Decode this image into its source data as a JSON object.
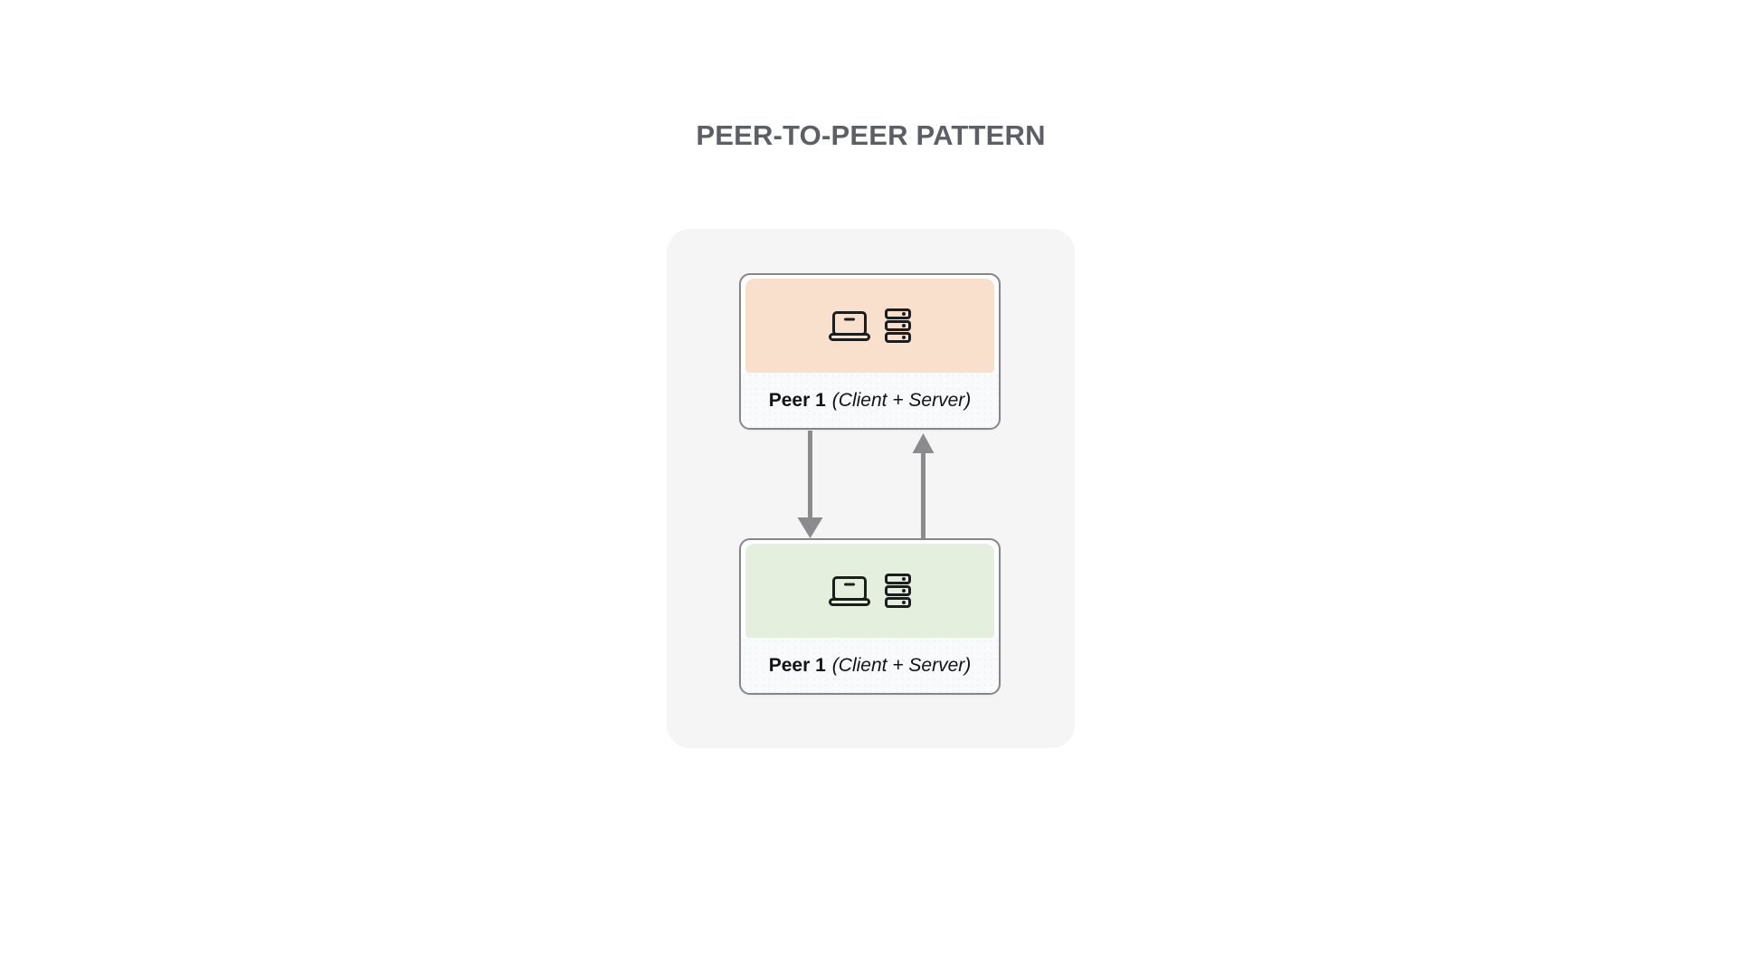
{
  "title": {
    "text": "PEER-TO-PEER PATTERN",
    "color": "#5c5f66"
  },
  "diagram": {
    "panel_color": "#f5f5f6",
    "arrow_color": "#8b8b8e",
    "icon_color": "#1c1d1f",
    "node_border_color": "#85858a",
    "label_background": "#f9fafc",
    "nodes": [
      {
        "id": "peer-top",
        "name": "Peer 1",
        "role": "(Client + Server)",
        "header_color": "#f8e0cc",
        "icons": [
          "laptop-icon",
          "server-icon"
        ]
      },
      {
        "id": "peer-bottom",
        "name": "Peer 1",
        "role": "(Client + Server)",
        "header_color": "#e5efde",
        "icons": [
          "laptop-icon",
          "server-icon"
        ]
      }
    ],
    "edges": [
      {
        "from": "peer-top",
        "to": "peer-bottom",
        "direction": "down"
      },
      {
        "from": "peer-bottom",
        "to": "peer-top",
        "direction": "up"
      }
    ]
  }
}
